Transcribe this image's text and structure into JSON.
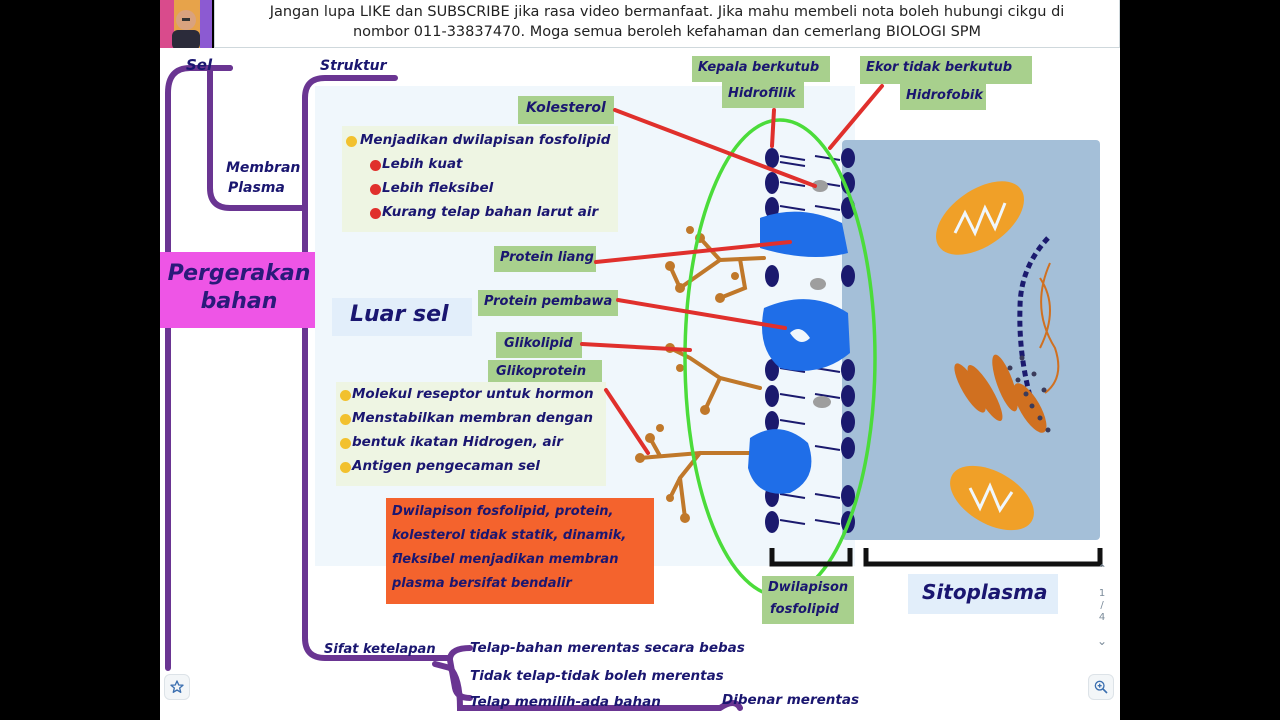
{
  "banner": {
    "line1": "Jangan lupa LIKE dan SUBSCRIBE jika rasa video bermanfaat. Jika mahu membeli nota boleh hubungi cikgu di",
    "line2": "nombor 011-33837470. Moga semua beroleh kefahaman dan cemerlang BIOLOGI SPM"
  },
  "mindmap": {
    "root": "Pergerakan bahan",
    "sel": "Sel",
    "membran": [
      "Membran",
      "Plasma"
    ],
    "struktur": "Struktur",
    "luar_sel": "Luar sel",
    "sitoplasma": "Sitoplasma",
    "sifat_ketelapan": "Sifat ketelapan"
  },
  "labels": {
    "kepala": "Kepala berkutub",
    "hidrofilik": "Hidrofilik",
    "ekor": "Ekor tidak berkutub",
    "hidrofobik": "Hidrofobik",
    "kolesterol": "Kolesterol",
    "protein_liang": "Protein liang",
    "protein_pembawa": "Protein pembawa",
    "glikolipid": "Glikolipid",
    "glikoprotein": "Glikoprotein",
    "dwilapisan": [
      "Dwilapison",
      "fosfolipid"
    ]
  },
  "kolesterol_points": {
    "main": "Menjadikan dwilapisan fosfolipid",
    "subs": [
      "Lebih kuat",
      "Lebih fleksibel",
      "Kurang telap bahan larut air"
    ]
  },
  "glikoprotein_points": [
    "Molekul reseptor untuk hormon",
    "Menstabilkan membran dengan",
    "bentuk ikatan Hidrogen, air",
    "Antigen pengecaman sel"
  ],
  "orange_note": [
    "Dwilapison fosfolipid, protein,",
    "kolesterol tidak statik, dinamik,",
    "fleksibel menjadikan membran",
    "plasma bersifat bendalir"
  ],
  "ketelapan": [
    "Telap-bahan merentas secara bebas",
    "Tidak telap-tidak boleh merentas",
    "Telap memilih-ada bahan"
  ],
  "ketelapan_extra": "Dibenar merentas",
  "pager": {
    "current": "1",
    "total": "4"
  },
  "icons": [
    "star-icon",
    "zoom-in-icon",
    "chevron-up-icon",
    "chevron-down-icon"
  ],
  "colors": {
    "accent_purple": "#6a3592",
    "root_pink": "#ee55e6",
    "note_orange": "#f4632d",
    "tag_green": "#a8d08d",
    "ink": "#1a1670"
  }
}
